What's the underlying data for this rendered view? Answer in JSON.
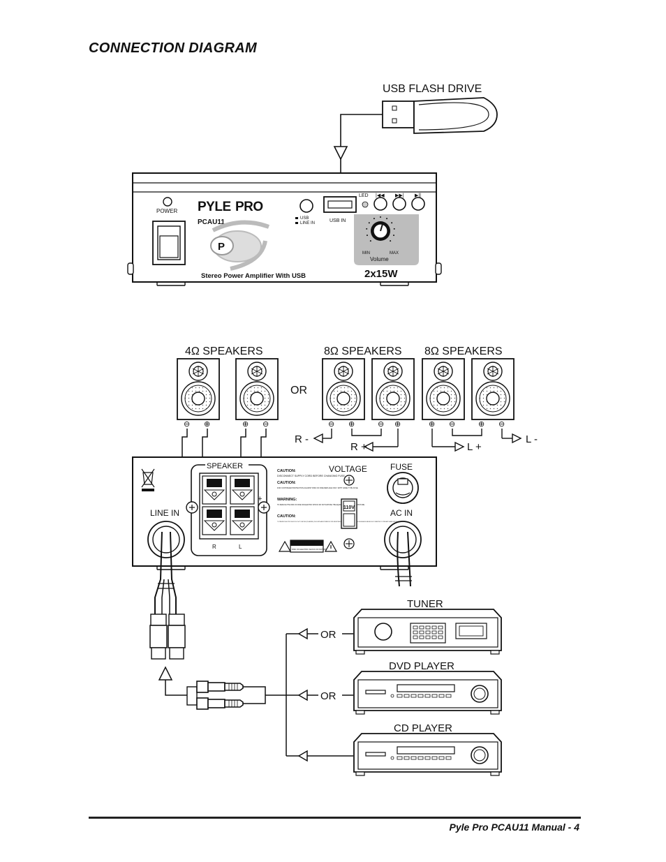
{
  "page": {
    "title": "CONNECTION DIAGRAM",
    "footer": "Pyle Pro PCAU11 Manual - 4"
  },
  "front_panel": {
    "usb_flash_drive_label": "USB FLASH DRIVE",
    "power_label": "POWER",
    "brand_left": "PYLE",
    "brand_right": "PRO",
    "model": "PCAU11",
    "mode_usb": "USB",
    "mode_line_in": "LINE IN",
    "usb_in_label": "USB IN",
    "led_label": "LED",
    "btn_prev": "|◀◀",
    "btn_next": "▶▶|",
    "btn_play_pause": "▶||",
    "volume_min": "MIN",
    "volume_max": "MAX",
    "volume_label": "Volume",
    "tagline": "Stereo Power Amplifier With USB",
    "power_rating": "2x15W",
    "logo_letter": "P"
  },
  "speakers": {
    "group_4ohm": "4Ω SPEAKERS",
    "group_8ohm_a": "8Ω SPEAKERS",
    "group_8ohm_b": "8Ω SPEAKERS",
    "or_label": "OR",
    "r_minus": "R -",
    "r_plus": "R +",
    "l_plus": "L +",
    "l_minus": "L -",
    "minus_symbol": "⊖",
    "plus_symbol": "⊕"
  },
  "rear_panel": {
    "speaker_label": "SPEAKER",
    "terminal_plus": "+",
    "channel_r": "R",
    "channel_l": "L",
    "voltage_label": "VOLTAGE",
    "voltage_value": "110V",
    "fuse_label": "FUSE",
    "line_in_label": "LINE IN",
    "ac_in_label": "AC IN",
    "caution_1_title": "CAUTION:",
    "caution_1_text": "DISCONNECT SUPPLY CORD BEFORE CHANGING FUSE.",
    "caution_2_title": "CAUTION:",
    "caution_2_text": "FOR CONTINUED PROTECTION AGAINST RISK OF FIRE REPLACE ONLY WITH SAME TYPE FUSE.",
    "warning_title": "WARNING:",
    "warning_text": "TO REDUCE THE RISK OF FIRE OR ELECTRIC SHOCK DO NOT EXPOSE THE EQUIPMENT TO RAIN OR MOISTURE.",
    "caution_3_title": "CAUTION:",
    "caution_3_text": "TO PREVENT ELECTRIC SHOCK DO NOT USE THIS (POLARIZED) PLUG WITH AN EXTENSION CORD RECEPTACLE OR OTHER OUTLET UNLESS THE BLADES CAN BE FULLY INSERTED TO PREVENT BLADE EXPOSURE.",
    "caution_badge": "CAUTION",
    "caution_badge_sub": "RISK OF ELECTRIC SHOCK DO NOT OPEN"
  },
  "sources": {
    "tuner": "TUNER",
    "dvd_player": "DVD PLAYER",
    "cd_player": "CD PLAYER",
    "or_1": "OR",
    "or_2": "OR"
  }
}
